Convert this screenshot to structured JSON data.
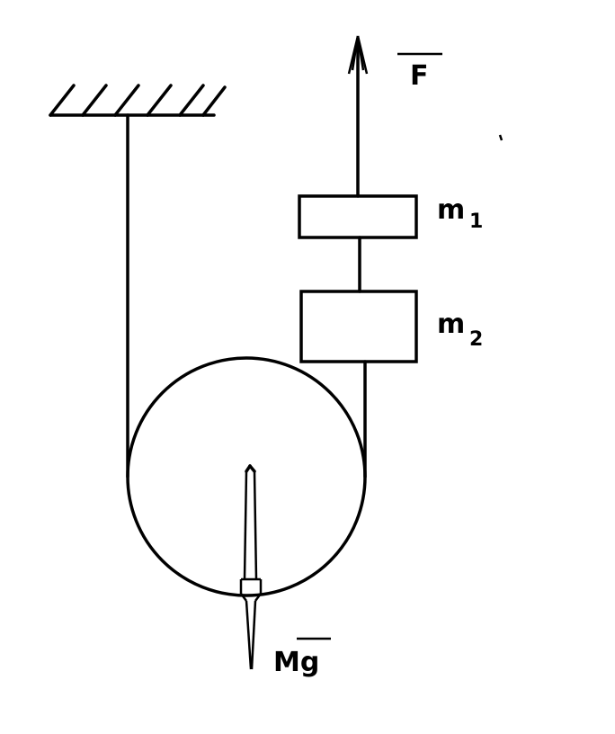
{
  "labels": {
    "force": "F",
    "mass1": "m",
    "mass1_sub": "1",
    "mass2": "m",
    "mass2_sub": "2",
    "weight": "Mg"
  },
  "colors": {
    "ink": "#000000",
    "background": "#ffffff"
  }
}
